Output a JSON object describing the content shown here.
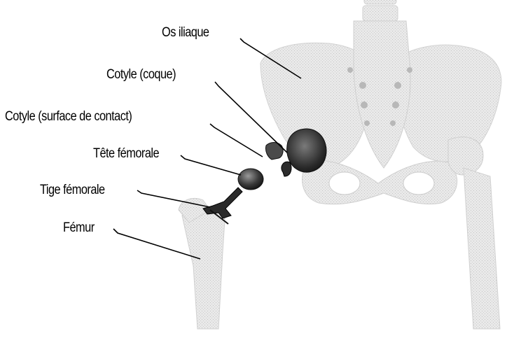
{
  "diagram": {
    "labels": {
      "os_iliaque": "Os iliaque",
      "cotyle_coque": "Cotyle (coque)",
      "cotyle_surface": "Cotyle (surface de contact)",
      "tete_femorale": "Tête fémorale",
      "tige_femorale": "Tige fémorale",
      "femur": "Fémur"
    },
    "colors": {
      "text": "#000000",
      "bone": "#dcdcdc",
      "bone_shadow": "#bdbdbd",
      "implant": "#5a5a5a",
      "implant_dark": "#1e1e1e"
    }
  }
}
